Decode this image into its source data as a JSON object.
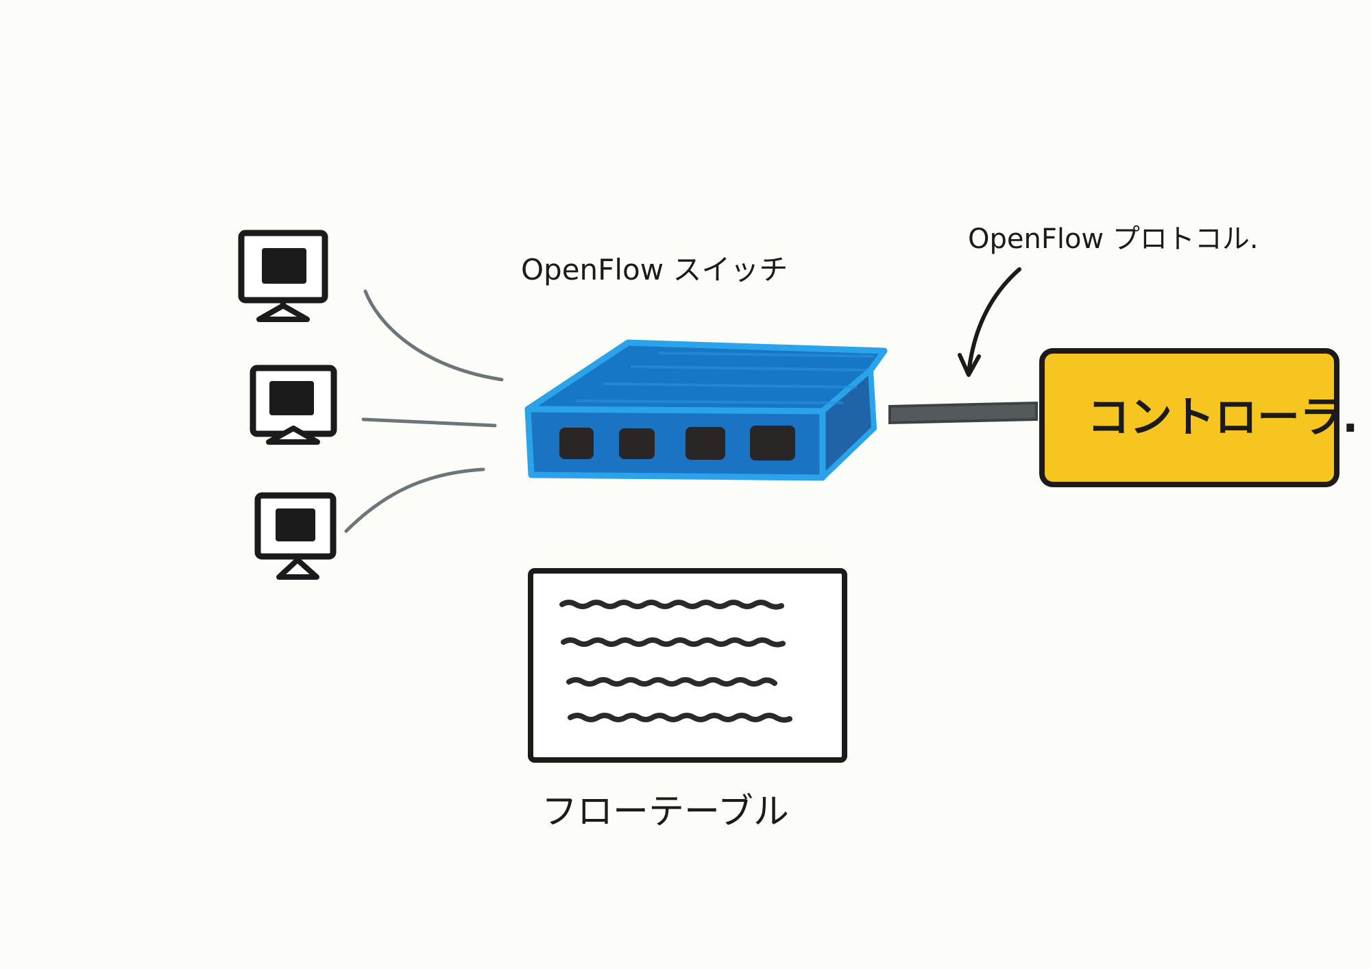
{
  "diagram": {
    "switch_label": "OpenFlow スイッチ",
    "protocol_label": "OpenFlow プロトコル.",
    "controller_label": "コントローラ.",
    "flow_table_label": "フローテーブル",
    "hosts": [
      {
        "id": "host-1"
      },
      {
        "id": "host-2"
      },
      {
        "id": "host-3"
      }
    ],
    "switch_ports": 4,
    "flow_table_rows": 4,
    "colors": {
      "paper": "#fcfcf8",
      "ink": "#1b1b1b",
      "switch_blue": "#1677c7",
      "switch_blue_light": "#2aa3ea",
      "controller_yellow": "#f6c51f",
      "cable_gray": "#545a5c",
      "link_gray": "#6c7578"
    }
  }
}
